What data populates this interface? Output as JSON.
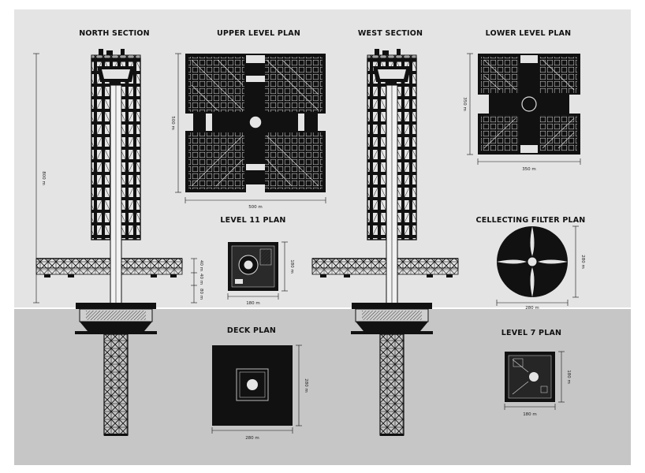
{
  "titles": {
    "north_section": "NORTH SECTION",
    "upper_level_plan": "UPPER LEVEL PLAN",
    "west_section": "WEST SECTION",
    "lower_level_plan": "LOWER LEVEL PLAN",
    "level_11_plan": "LEVEL 11 PLAN",
    "collecting_filter_plan": "CELLECTING FILTER PLAN",
    "deck_plan": "DECK PLAN",
    "level_7_plan": "LEVEL 7 PLAN"
  },
  "dimensions": {
    "north_height": "800 m",
    "north_40a": "40 m",
    "north_40b": "40 m",
    "north_80": "80 m",
    "upper_height": "500 m",
    "upper_width": "500 m",
    "lower_height": "350 m",
    "lower_width": "350 m",
    "level11_height": "180 m",
    "level11_width": "180 m",
    "filter_height": "280 m",
    "filter_width": "280 m",
    "deck_height": "280 m",
    "deck_width": "280 m",
    "level7_height": "180 m",
    "level7_width": "180 m"
  },
  "colors": {
    "sky": "#e4e4e4",
    "sea": "#c6c6c6",
    "ink": "#111111",
    "paper": "#ffffff"
  }
}
